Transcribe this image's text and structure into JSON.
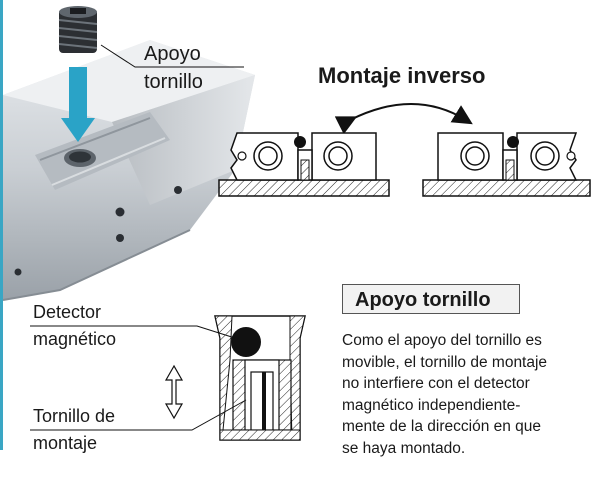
{
  "top": {
    "label_apoyo": "Apoyo",
    "label_tornillo": "tornillo",
    "heading": "Montaje inverso"
  },
  "bottom": {
    "label_detector": "Detector",
    "label_magnetico": "magnético",
    "label_tornillo_de": "Tornillo de",
    "label_montaje": "montaje"
  },
  "info_box": {
    "title": "Apoyo tornillo",
    "lines": [
      "Como el apoyo del tornillo es",
      "movible, el tornillo de montaje",
      "no interfiere con el detector",
      "magnético independiente-",
      "mente de la dirección en que",
      "se haya montado."
    ]
  },
  "colors": {
    "accent": "#3aa6c4",
    "arrow": "#2aa3c7",
    "text": "#1a1a1a"
  }
}
